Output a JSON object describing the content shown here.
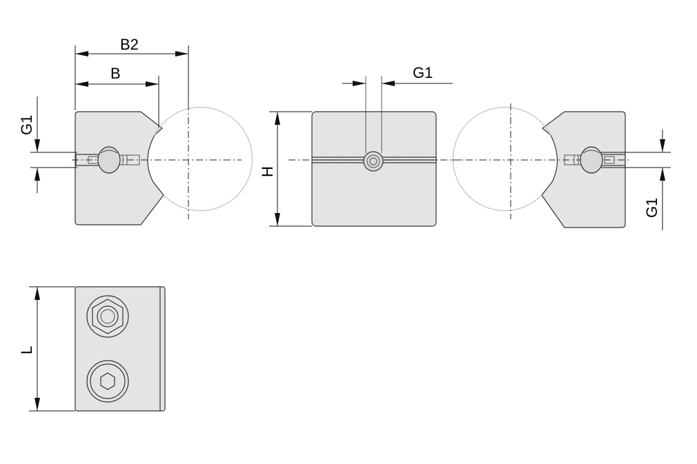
{
  "labels": {
    "b2": "B2",
    "b": "B",
    "g1_front_left": "G1",
    "h": "H",
    "g1_top": "G1",
    "g1_right": "G1",
    "l": "L"
  }
}
